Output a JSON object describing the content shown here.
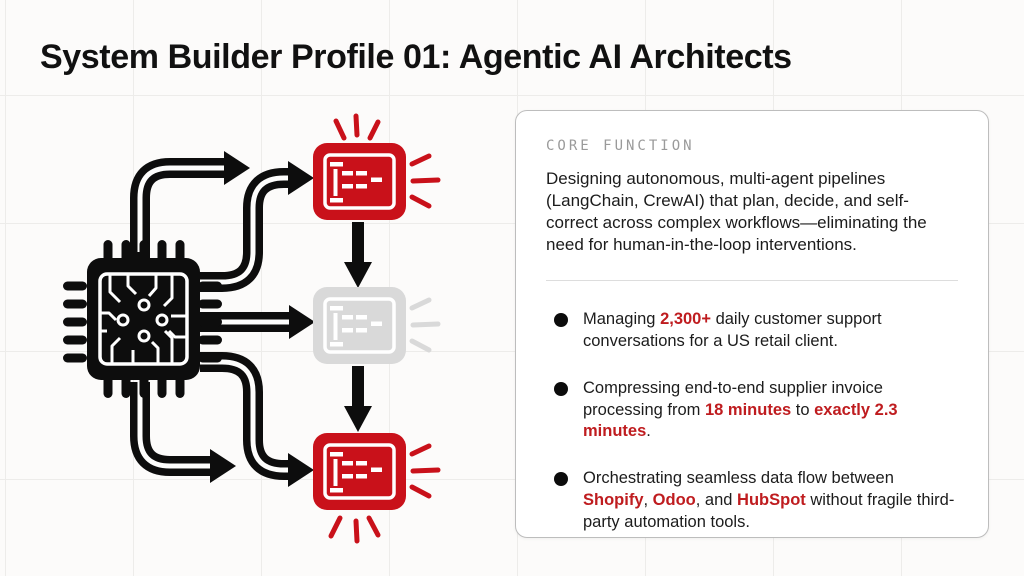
{
  "page": {
    "title": "System Builder Profile 01: Agentic AI Architects"
  },
  "card": {
    "kicker": "CORE FUNCTION",
    "description": "Designing autonomous, multi-agent pipelines (LangChain, CrewAI) that plan, decide, and self-correct across complex workflows—eliminating the need for human-in-the-loop interventions.",
    "bullets": [
      {
        "segments": [
          {
            "text": "Managing ",
            "red": false
          },
          {
            "text": "2,300+",
            "red": true
          },
          {
            "text": " daily customer support conversations for a US retail client.",
            "red": false
          }
        ]
      },
      {
        "segments": [
          {
            "text": "Compressing end-to-end supplier invoice processing from ",
            "red": false
          },
          {
            "text": "18 minutes",
            "red": true
          },
          {
            "text": " to ",
            "red": false
          },
          {
            "text": "exactly 2.3 minutes",
            "red": true
          },
          {
            "text": ".",
            "red": false
          }
        ]
      },
      {
        "segments": [
          {
            "text": "Orchestrating seamless data flow between ",
            "red": false
          },
          {
            "text": "Shopify",
            "red": true
          },
          {
            "text": ", ",
            "red": false
          },
          {
            "text": "Odoo",
            "red": true
          },
          {
            "text": ", and ",
            "red": false
          },
          {
            "text": "HubSpot",
            "red": true
          },
          {
            "text": " without fragile third-party automation tools.",
            "red": false
          }
        ]
      }
    ]
  },
  "diagram": {
    "chip": "cpu-chip",
    "nodes": [
      {
        "name": "agent-node-top",
        "state": "active"
      },
      {
        "name": "agent-node-middle",
        "state": "inactive"
      },
      {
        "name": "agent-node-bottom",
        "state": "active"
      }
    ]
  },
  "colors": {
    "accent_red": "#c9111a",
    "text_red": "#bf1c1f",
    "inactive_gray": "#d9d9d9",
    "ink": "#0d0d0d",
    "kicker_gray": "#9a9a9a",
    "card_border": "#bdbdbd",
    "body_text": "#1c1c1c"
  }
}
